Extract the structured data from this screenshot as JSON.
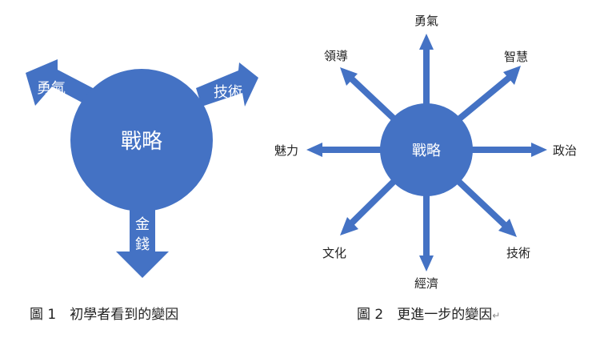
{
  "figure1": {
    "center": "戰略",
    "left_arrow": "勇氣",
    "right_arrow": "技術",
    "down_arrow_line1": "金",
    "down_arrow_line2": "錢",
    "caption": "圖 1　初學者看到的變因"
  },
  "figure2": {
    "center": "戰略",
    "labels": {
      "top": "勇氣",
      "top_right": "智慧",
      "right": "政治",
      "bottom_right": "技術",
      "bottom": "經濟",
      "bottom_left": "文化",
      "left": "魅力",
      "top_left": "領導"
    },
    "caption": "圖 2　更進一步的變因",
    "caption_mark": "↵"
  },
  "colors": {
    "shape_fill": "#4472C4",
    "text_on_shape": "#ffffff",
    "label_text": "#222222"
  }
}
